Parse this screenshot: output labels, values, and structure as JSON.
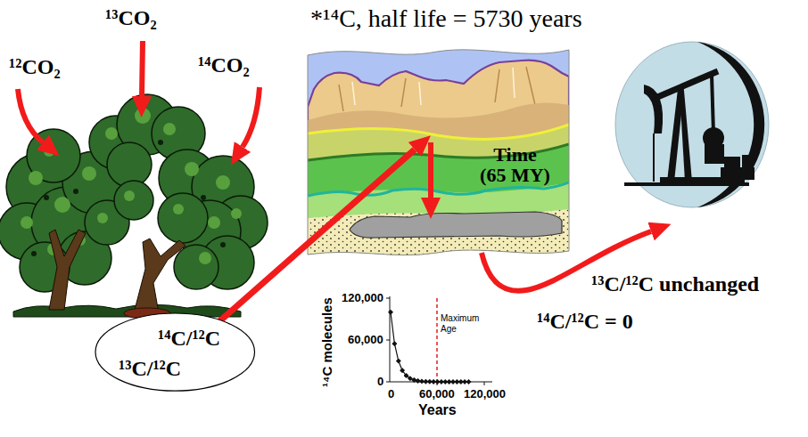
{
  "diagram": {
    "title": "*¹⁴C, half life = 5730 years",
    "nodes": [
      {
        "text": [
          "¹⁴C/¹²C",
          "¹³C/¹²C"
        ]
      }
    ],
    "labels": [
      "¹²CO₂",
      "¹³CO₂",
      "¹⁴CO₂",
      "Time (65 MY)",
      "120,000",
      "60,000",
      "0",
      "0",
      "60,000",
      "120,000",
      "Years",
      "¹⁴C molecules",
      "Maximum Age",
      "¹³C/¹²C unchanged",
      "¹⁴C/¹²C = 0"
    ]
  }
}
